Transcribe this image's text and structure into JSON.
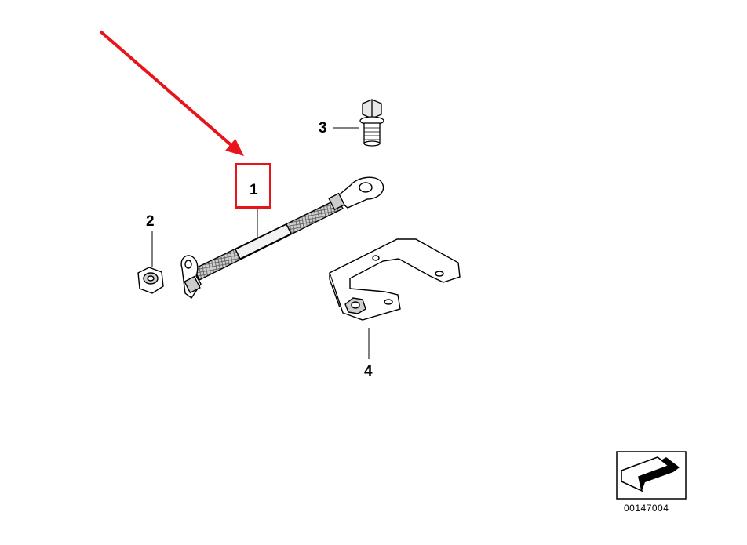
{
  "callouts": {
    "part_1": "1",
    "part_2": "2",
    "part_3": "3",
    "part_4": "4"
  },
  "reference_number": "00147004",
  "colors": {
    "highlight": "#e8141b",
    "line": "#000000",
    "mesh": "#8a8a8a"
  },
  "icons": {
    "pointer": "red-arrow-icon",
    "orientation": "direction-arrow-icon"
  }
}
